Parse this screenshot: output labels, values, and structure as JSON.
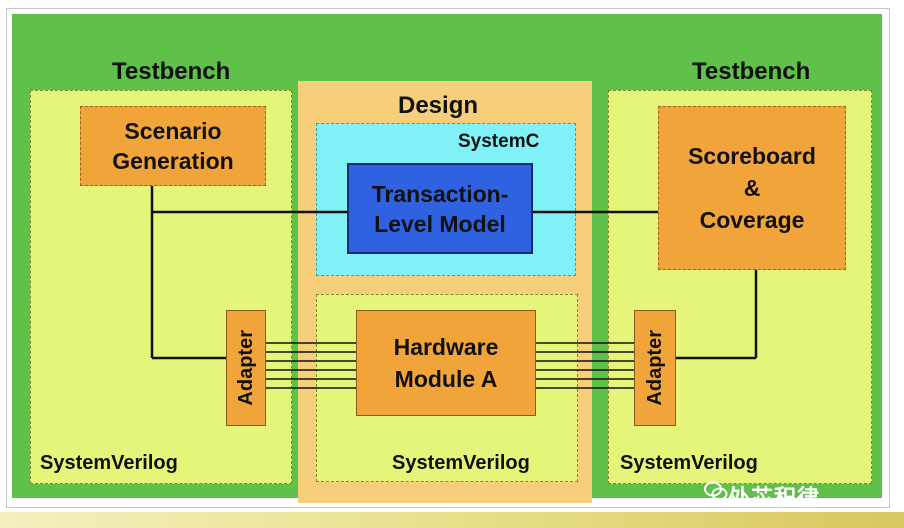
{
  "testbench_left": {
    "title": "Testbench",
    "region_label": "SystemVerilog"
  },
  "testbench_right": {
    "title": "Testbench",
    "region_label": "SystemVerilog"
  },
  "design": {
    "title": "Design",
    "systemc_label": "SystemC",
    "tlm_line1": "Transaction-",
    "tlm_line2": "Level Model",
    "hw_line1": "Hardware",
    "hw_line2": "Module A",
    "systemverilog_label": "SystemVerilog"
  },
  "scenario": {
    "line1": "Scenario",
    "line2": "Generation"
  },
  "scoreboard": {
    "line1": "Scoreboard",
    "line2": "&",
    "line3": "Coverage"
  },
  "adapter_left": "Adapter",
  "adapter_right": "Adapter",
  "watermark": "处芯积律",
  "colors": {
    "outer_green": "#5fc04a",
    "testbench_lime": "#e4f57a",
    "design_peach": "#f7cf7a",
    "systemc_cyan": "#80f1f7",
    "tlm_blue": "#2f62e0",
    "block_orange": "#f1a43a"
  }
}
